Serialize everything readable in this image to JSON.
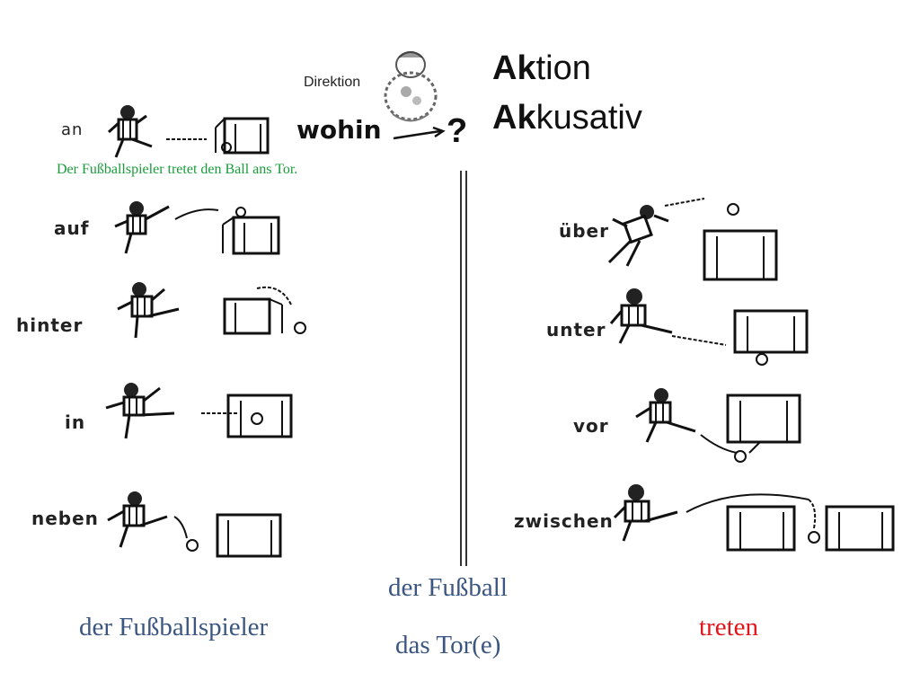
{
  "header": {
    "direktion": "Direktion",
    "wohin": "wohin",
    "question_mark": "?",
    "aktion_prefix": "Ak",
    "aktion_rest": "tion",
    "akkusativ_prefix": "Ak",
    "akkusativ_rest": "kusativ"
  },
  "example_sentence": "Der Fußballspieler tretet den Ball ans Tor.",
  "prepositions_left": [
    "an",
    "auf",
    "hinter",
    "in",
    "neben"
  ],
  "prepositions_right": [
    "über",
    "unter",
    "vor",
    "zwischen"
  ],
  "vocabulary": {
    "player": "der Fußballspieler",
    "ball": "der Fußball",
    "goal": "das Tor(e)",
    "verb": "treten"
  },
  "colors": {
    "vocab_blue": "#3b5680",
    "verb_red": "#e3141b",
    "sentence_green": "#1a9c3a"
  }
}
